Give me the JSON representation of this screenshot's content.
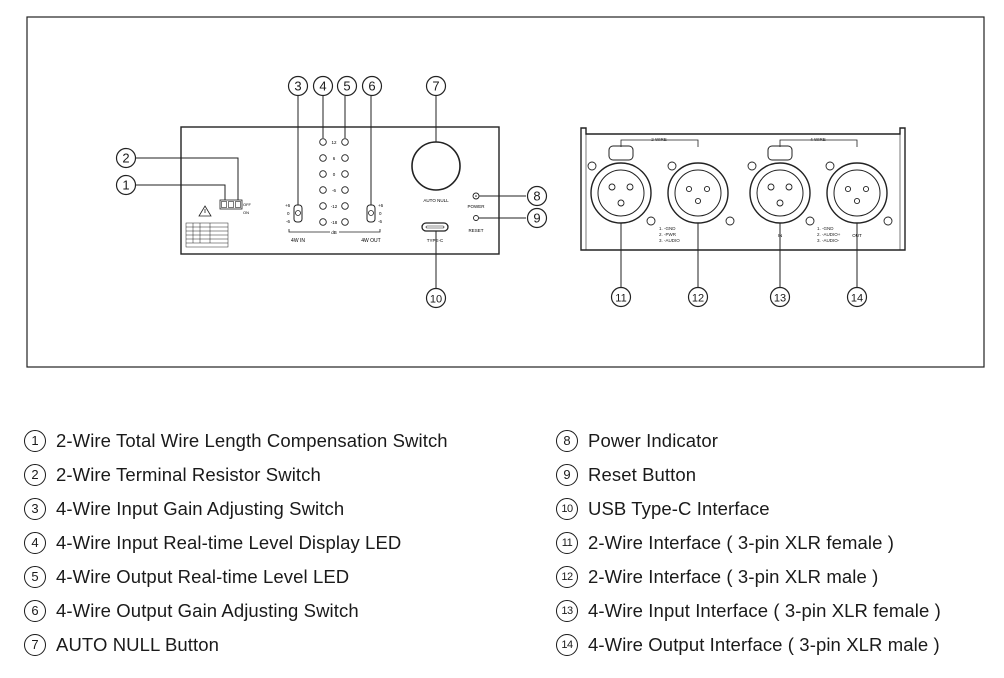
{
  "front_panel": {
    "resistor_off": "OFF",
    "resistor_on": "ON",
    "gain_levels": [
      "+6",
      "0",
      "-6"
    ],
    "led_levels": [
      "12",
      "6",
      "0",
      "-6",
      "-12",
      "-18"
    ],
    "db_label": "dB",
    "in_label": "4W IN",
    "out_label": "4W OUT",
    "auto_null_label": "AUTO NULL",
    "power_label": "POWER",
    "reset_label": "RESET",
    "typec_label": "TYPE-C"
  },
  "back_panel": {
    "two_wire_label": "2 WIRE",
    "four_wire_label": "4 WIRE",
    "in_label": "IN",
    "out_label": "OUT",
    "two_wire_pins": [
      "1. -GND",
      "2. -PWR",
      "3. -AUDIO"
    ],
    "four_wire_pins": [
      "1. -GND",
      "2. -AUDIO+",
      "3. -AUDIO-"
    ]
  },
  "callouts": [
    "1",
    "2",
    "3",
    "4",
    "5",
    "6",
    "7",
    "8",
    "9",
    "10",
    "11",
    "12",
    "13",
    "14"
  ],
  "legend": {
    "left": [
      {
        "num": "1",
        "text": "2-Wire Total Wire Length Compensation Switch"
      },
      {
        "num": "2",
        "text": "2-Wire Terminal Resistor Switch"
      },
      {
        "num": "3",
        "text": "4-Wire Input Gain Adjusting Switch"
      },
      {
        "num": "4",
        "text": "4-Wire Input Real-time Level Display LED"
      },
      {
        "num": "5",
        "text": "4-Wire Output Real-time Level LED"
      },
      {
        "num": "6",
        "text": "4-Wire Output Gain Adjusting Switch"
      },
      {
        "num": "7",
        "text": "AUTO NULL Button"
      }
    ],
    "right": [
      {
        "num": "8",
        "text": "Power Indicator"
      },
      {
        "num": "9",
        "text": "Reset Button"
      },
      {
        "num": "10",
        "text": "USB Type-C Interface"
      },
      {
        "num": "11",
        "text": "2-Wire Interface ( 3-pin XLR female )"
      },
      {
        "num": "12",
        "text": "2-Wire Interface ( 3-pin XLR male )"
      },
      {
        "num": "13",
        "text": "4-Wire Input Interface ( 3-pin XLR female )"
      },
      {
        "num": "14",
        "text": "4-Wire Output Interface ( 3-pin XLR male )"
      }
    ]
  }
}
